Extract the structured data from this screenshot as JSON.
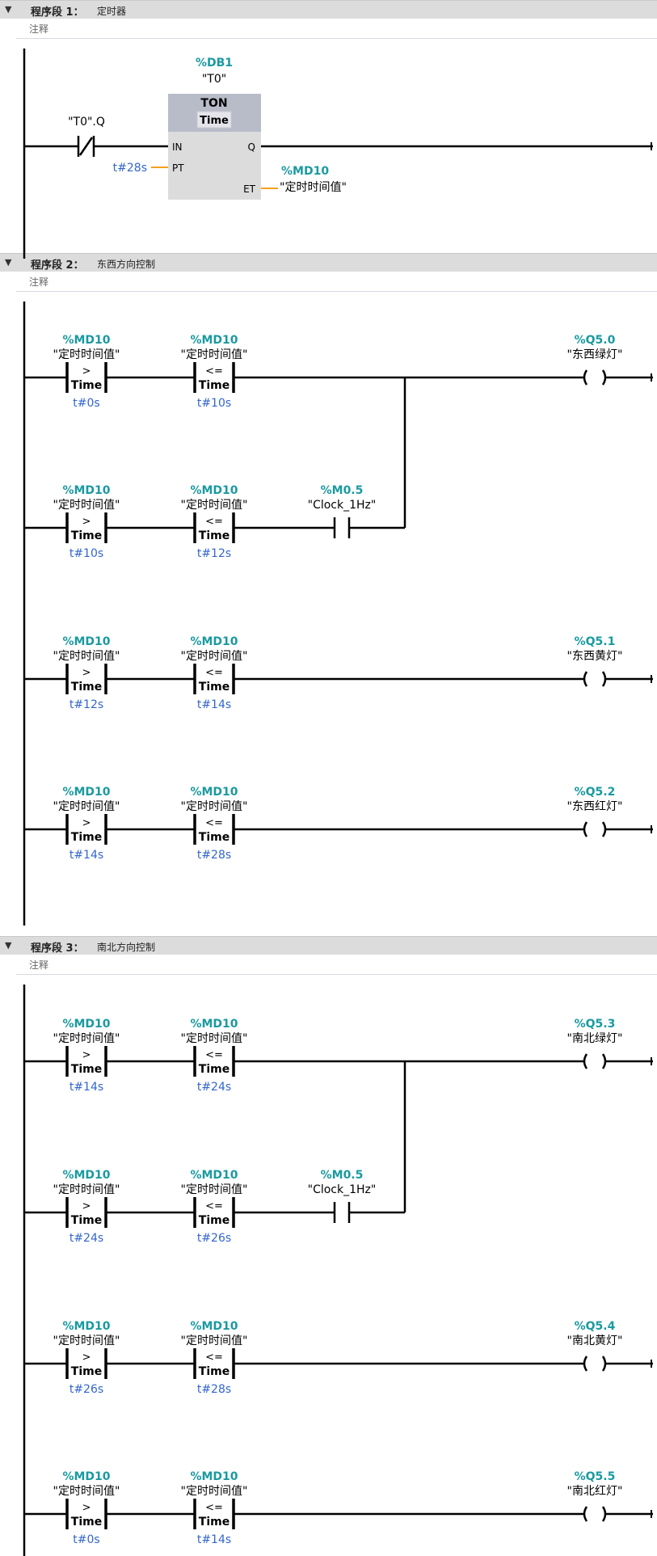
{
  "comment_label": "注释",
  "segments": [
    {
      "number": "程序段 1：",
      "title": "定时器",
      "timer": {
        "db": "%DB1",
        "instance": "\"T0\"",
        "type": "TON",
        "subtype": "Time",
        "contact_tag": "\"T0\".Q",
        "pins": {
          "in": "IN",
          "pt": "PT",
          "q": "Q",
          "et": "ET"
        },
        "pt_value": "t#28s",
        "et_addr": "%MD10",
        "et_name": "\"定时时间值\""
      }
    },
    {
      "number": "程序段 2：",
      "title": "东西方向控制",
      "rungs": [
        {
          "a": {
            "addr": "%MD10",
            "name": "\"定时时间值\"",
            "op": ">",
            "type": "Time",
            "val": "t#0s"
          },
          "b": {
            "addr": "%MD10",
            "name": "\"定时时间值\"",
            "op": "<=",
            "type": "Time",
            "val": "t#10s"
          },
          "coil": {
            "addr": "%Q5.0",
            "name": "\"东西绿灯\""
          }
        },
        {
          "a": {
            "addr": "%MD10",
            "name": "\"定时时间值\"",
            "op": ">",
            "type": "Time",
            "val": "t#10s"
          },
          "b": {
            "addr": "%MD10",
            "name": "\"定时时间值\"",
            "op": "<=",
            "type": "Time",
            "val": "t#12s"
          },
          "contact": {
            "addr": "%M0.5",
            "name": "\"Clock_1Hz\""
          }
        },
        {
          "a": {
            "addr": "%MD10",
            "name": "\"定时时间值\"",
            "op": ">",
            "type": "Time",
            "val": "t#12s"
          },
          "b": {
            "addr": "%MD10",
            "name": "\"定时时间值\"",
            "op": "<=",
            "type": "Time",
            "val": "t#14s"
          },
          "coil": {
            "addr": "%Q5.1",
            "name": "\"东西黄灯\""
          }
        },
        {
          "a": {
            "addr": "%MD10",
            "name": "\"定时时间值\"",
            "op": ">",
            "type": "Time",
            "val": "t#14s"
          },
          "b": {
            "addr": "%MD10",
            "name": "\"定时时间值\"",
            "op": "<=",
            "type": "Time",
            "val": "t#28s"
          },
          "coil": {
            "addr": "%Q5.2",
            "name": "\"东西红灯\""
          }
        }
      ]
    },
    {
      "number": "程序段 3：",
      "title": "南北方向控制",
      "rungs": [
        {
          "a": {
            "addr": "%MD10",
            "name": "\"定时时间值\"",
            "op": ">",
            "type": "Time",
            "val": "t#14s"
          },
          "b": {
            "addr": "%MD10",
            "name": "\"定时时间值\"",
            "op": "<=",
            "type": "Time",
            "val": "t#24s"
          },
          "coil": {
            "addr": "%Q5.3",
            "name": "\"南北绿灯\""
          }
        },
        {
          "a": {
            "addr": "%MD10",
            "name": "\"定时时间值\"",
            "op": ">",
            "type": "Time",
            "val": "t#24s"
          },
          "b": {
            "addr": "%MD10",
            "name": "\"定时时间值\"",
            "op": "<=",
            "type": "Time",
            "val": "t#26s"
          },
          "contact": {
            "addr": "%M0.5",
            "name": "\"Clock_1Hz\""
          }
        },
        {
          "a": {
            "addr": "%MD10",
            "name": "\"定时时间值\"",
            "op": ">",
            "type": "Time",
            "val": "t#26s"
          },
          "b": {
            "addr": "%MD10",
            "name": "\"定时时间值\"",
            "op": "<=",
            "type": "Time",
            "val": "t#28s"
          },
          "coil": {
            "addr": "%Q5.4",
            "name": "\"南北黄灯\""
          }
        },
        {
          "a": {
            "addr": "%MD10",
            "name": "\"定时时间值\"",
            "op": ">",
            "type": "Time",
            "val": "t#0s"
          },
          "b": {
            "addr": "%MD10",
            "name": "\"定时时间值\"",
            "op": "<=",
            "type": "Time",
            "val": "t#14s"
          },
          "coil": {
            "addr": "%Q5.5",
            "name": "\"南北红灯\""
          }
        }
      ]
    }
  ],
  "colors": {
    "addr": "#1a9aa0",
    "value": "#3366cc",
    "wire": "#000000",
    "pin_line": "#f5a020",
    "block_fill": "#dcdcdc",
    "block_head": "#b8bcc8"
  }
}
